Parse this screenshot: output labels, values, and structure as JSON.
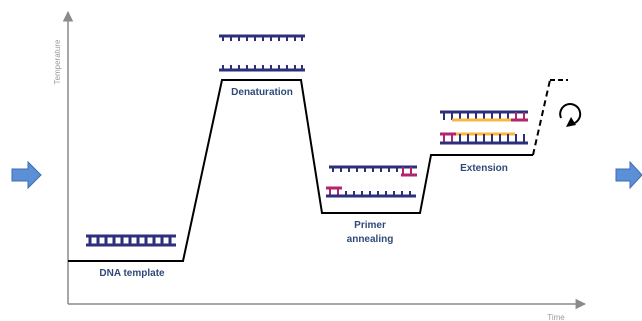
{
  "axes": {
    "y_label": "Temperature",
    "x_label": "Time"
  },
  "steps": {
    "template": "DNA template",
    "denaturation": "Denaturation",
    "annealing_line1": "Primer",
    "annealing_line2": "annealing",
    "extension": "Extension"
  },
  "colors": {
    "dna_strand": "#2e2f7a",
    "primer": "#b1246e",
    "new_strand": "#f4b942",
    "profile_line": "#000000",
    "axis": "#8a8a8a",
    "label_text": "#2f4a7a",
    "arrow_fill": "#5b8fd6"
  },
  "icons": [
    "right-arrow-icon",
    "cycle-arrow-icon"
  ]
}
